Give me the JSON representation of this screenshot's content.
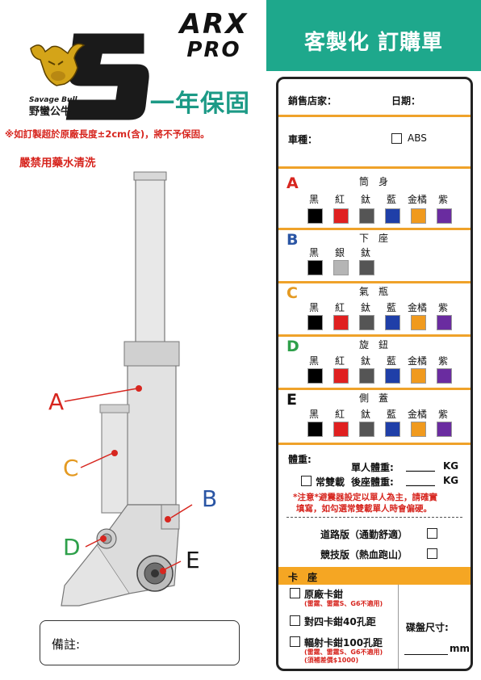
{
  "brand": {
    "name_en": "Savage Bull",
    "name_zh": "野蠻公牛",
    "product_line1": "ARX",
    "product_line2": "PRO",
    "title": "客製化 訂購單",
    "warranty": "一年保固"
  },
  "notes": {
    "length_warning": "※如訂製超於原廠長度±2cm(含)，將不予保固。",
    "no_chemical": "嚴禁用藥水清洗"
  },
  "diagram_labels": {
    "a": "A",
    "b": "B",
    "c": "C",
    "d": "D",
    "e": "E"
  },
  "remarks_label": "備註:",
  "form": {
    "store_label": "銷售店家：",
    "date_label": "日期：",
    "vehicle_label": "車種：",
    "abs_label": "ABS",
    "sections": [
      {
        "letter": "A",
        "letter_color": "#d7261f",
        "title": "筒　身",
        "colors": [
          "黑",
          "紅",
          "鈦",
          "藍",
          "金橘",
          "紫"
        ],
        "swatches": [
          "#000000",
          "#e02020",
          "#555555",
          "#1f3fa8",
          "#f09a1e",
          "#6a2ca0"
        ]
      },
      {
        "letter": "B",
        "letter_color": "#2a55a4",
        "title": "下　座",
        "colors": [
          "黑",
          "銀",
          "鈦"
        ],
        "swatches": [
          "#000000",
          "#b5b5b5",
          "#555555"
        ]
      },
      {
        "letter": "C",
        "letter_color": "#e49a22",
        "title": "氣　瓶",
        "colors": [
          "黑",
          "紅",
          "鈦",
          "藍",
          "金橘",
          "紫"
        ],
        "swatches": [
          "#000000",
          "#e02020",
          "#555555",
          "#1f3fa8",
          "#f09a1e",
          "#6a2ca0"
        ]
      },
      {
        "letter": "D",
        "letter_color": "#2ea04a",
        "title": "旋　鈕",
        "colors": [
          "黑",
          "紅",
          "鈦",
          "藍",
          "金橘",
          "紫"
        ],
        "swatches": [
          "#000000",
          "#e02020",
          "#555555",
          "#1f3fa8",
          "#f09a1e",
          "#6a2ca0"
        ]
      },
      {
        "letter": "E",
        "letter_color": "#111111",
        "title": "側　蓋",
        "colors": [
          "黑",
          "紅",
          "鈦",
          "藍",
          "金橘",
          "紫"
        ],
        "swatches": [
          "#000000",
          "#e02020",
          "#555555",
          "#1f3fa8",
          "#f09a1e",
          "#6a2ca0"
        ]
      }
    ],
    "weight": {
      "label": "體重:",
      "single_label": "單人體重:",
      "single_blank": "______",
      "unit": "KG",
      "double_label": "常雙載",
      "rear_label": "後座體重:",
      "rear_blank": "______",
      "caution_lead": "*注意*",
      "caution_body": "避震器設定以單人為主，請確實",
      "caution_line2": "填寫，如勾選常雙載單人時會偏硬。"
    },
    "road_label": "道路版（通勤舒適）",
    "race_label": "競技版（熱血跑山）",
    "caliper": {
      "header": "卡　座",
      "options": [
        {
          "label": "原廠卡鉗",
          "sub": "(雷霆、雷霆S、G6不適用)"
        },
        {
          "label": "對四卡鉗40孔距",
          "sub": ""
        },
        {
          "label": "輻射卡鉗100孔距",
          "sub": "(雷霆、雷霆S、G6不適用)",
          "sub2": "(須補差價$1000)"
        }
      ],
      "disc_label": "碟盤尺寸:",
      "disc_unit": "mm"
    }
  }
}
